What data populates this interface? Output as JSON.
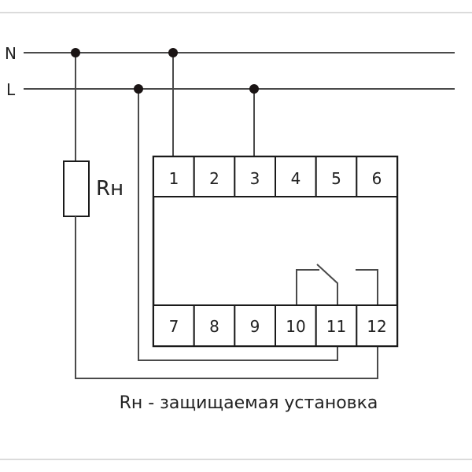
{
  "diagram": {
    "bus_labels": {
      "neutral": "N",
      "line": "L"
    },
    "load_label": "Rн",
    "terminals_top": [
      "1",
      "2",
      "3",
      "4",
      "5",
      "6"
    ],
    "terminals_bottom": [
      "7",
      "8",
      "9",
      "10",
      "11",
      "12"
    ],
    "caption": "Rн - защищаемая установка",
    "colors": {
      "wire": "#4a4a4a",
      "outline": "#1a1a1a",
      "junction": "#1a1414",
      "rule": "#cfcfcf"
    }
  }
}
